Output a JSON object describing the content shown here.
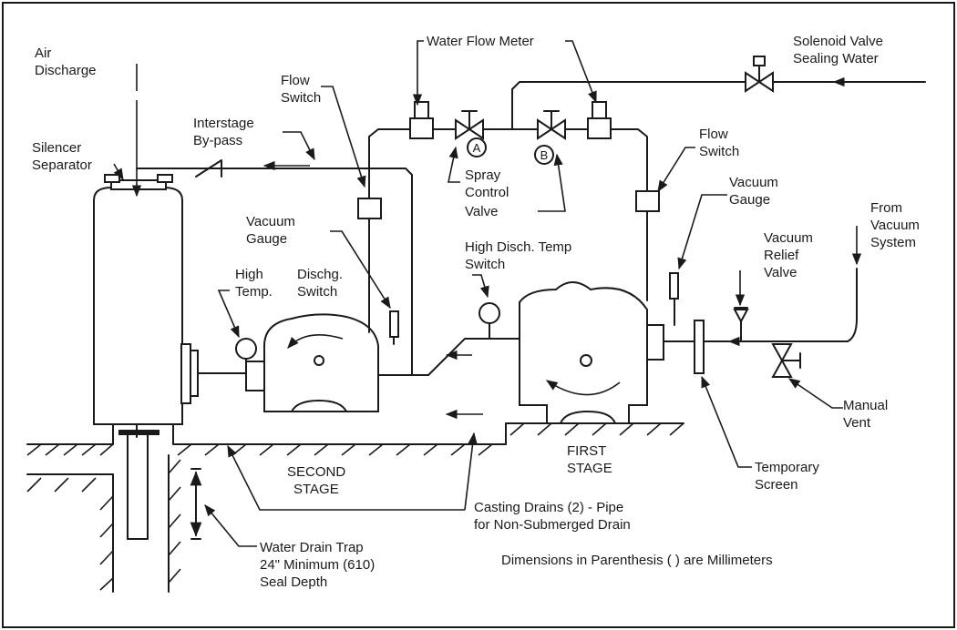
{
  "labels": {
    "air_discharge": [
      "Air",
      "Discharge"
    ],
    "silencer_separator": [
      "Silencer",
      "Separator"
    ],
    "flow_switch_left": [
      "Flow",
      "Switch"
    ],
    "interstage_bypass": [
      "Interstage",
      "By-pass"
    ],
    "water_flow_meter": "Water Flow Meter",
    "solenoid_valve": [
      "Solenoid Valve",
      "Sealing Water"
    ],
    "flow_switch_right": [
      "Flow",
      "Switch"
    ],
    "spray_control_valve": [
      "Spray",
      "Control",
      "Valve"
    ],
    "valve_a": "A",
    "valve_b": "B",
    "vacuum_gauge_right": [
      "Vacuum",
      "Gauge"
    ],
    "from_vacuum_system": [
      "From",
      "Vacuum",
      "System"
    ],
    "vacuum_gauge_left": [
      "Vacuum",
      "Gauge"
    ],
    "high_disch_temp_switch": [
      "High Disch. Temp",
      "Switch"
    ],
    "vacuum_relief_valve": [
      "Vacuum",
      "Relief",
      "Valve"
    ],
    "high_temp": [
      "High",
      "Temp."
    ],
    "dischg_switch": [
      "Dischg.",
      "Switch"
    ],
    "manual_vent": [
      "Manual",
      "Vent"
    ],
    "first_stage": [
      "FIRST",
      "STAGE"
    ],
    "second_stage": [
      "SECOND",
      "STAGE"
    ],
    "temporary_screen": [
      "Temporary",
      "Screen"
    ],
    "casting_drains": [
      "Casting Drains (2) - Pipe",
      "for Non-Submerged Drain"
    ],
    "water_drain_trap": [
      "Water Drain Trap",
      "24\" Minimum (610)",
      "Seal Depth"
    ],
    "dimensions_note": "Dimensions in Parenthesis (  ) are Millimeters"
  }
}
